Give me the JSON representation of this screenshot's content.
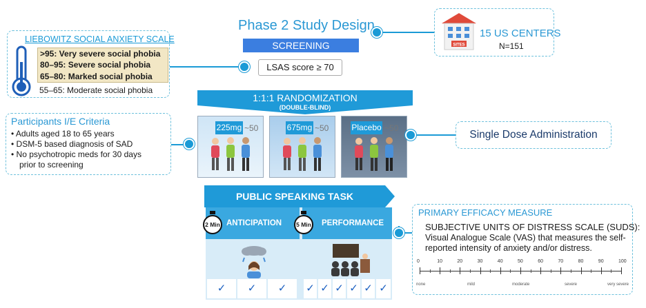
{
  "title": "Phase 2 Study Design",
  "screening": "SCREENING",
  "lsas_score": "LSAS score ≥ 70",
  "lsas": {
    "title": "LIEBOWITZ SOCIAL ANXIETY SCALE",
    "levels": [
      ">95: Very severe social phobia",
      "80–95: Severe social phobia",
      "65–80: Marked social phobia",
      "55–65: Moderate social phobia"
    ]
  },
  "sites": {
    "label": "15 US CENTERS",
    "n": "N=151",
    "sign": "SITES"
  },
  "randomization": {
    "title": "1:1:1 RANDOMIZATION",
    "subtitle": "(DOUBLE-BLIND)"
  },
  "arms": [
    {
      "dose": "225mg",
      "n": "~50"
    },
    {
      "dose": "675mg",
      "n": "~50"
    },
    {
      "dose": "Placebo",
      "n": "~50"
    }
  ],
  "criteria": {
    "title": "Participants I/E Criteria",
    "items": [
      "• Adults aged 18 to 65 years",
      "• DSM-5 based diagnosis of SAD",
      "• No psychotropic meds for 30 days",
      "prior to screening"
    ]
  },
  "single_dose": "Single Dose Administration",
  "pst": {
    "title": "PUBLIC SPEAKING TASK",
    "anticipation": "ANTICIPATION",
    "performance": "PERFORMANCE",
    "ant_time": "2 Min",
    "perf_time": "5 Min",
    "check": "✓"
  },
  "pem": {
    "title": "PRIMARY EFFICACY MEASURE",
    "suds": "SUBJECTIVE UNITS OF DISTRESS SCALE (SUDS):",
    "desc": "Visual Analogue Scale (VAS) that measures the self-reported intensity of anxiety and/or distress.",
    "ticks": [
      "0",
      "10",
      "20",
      "30",
      "40",
      "50",
      "60",
      "70",
      "80",
      "90",
      "100"
    ],
    "anchors": [
      "none",
      "mild",
      "moderate",
      "severe",
      "very severe"
    ]
  },
  "colors": {
    "accent": "#1a9ad6",
    "banner": "#1f9ad8",
    "screening": "#3b7ee0"
  }
}
